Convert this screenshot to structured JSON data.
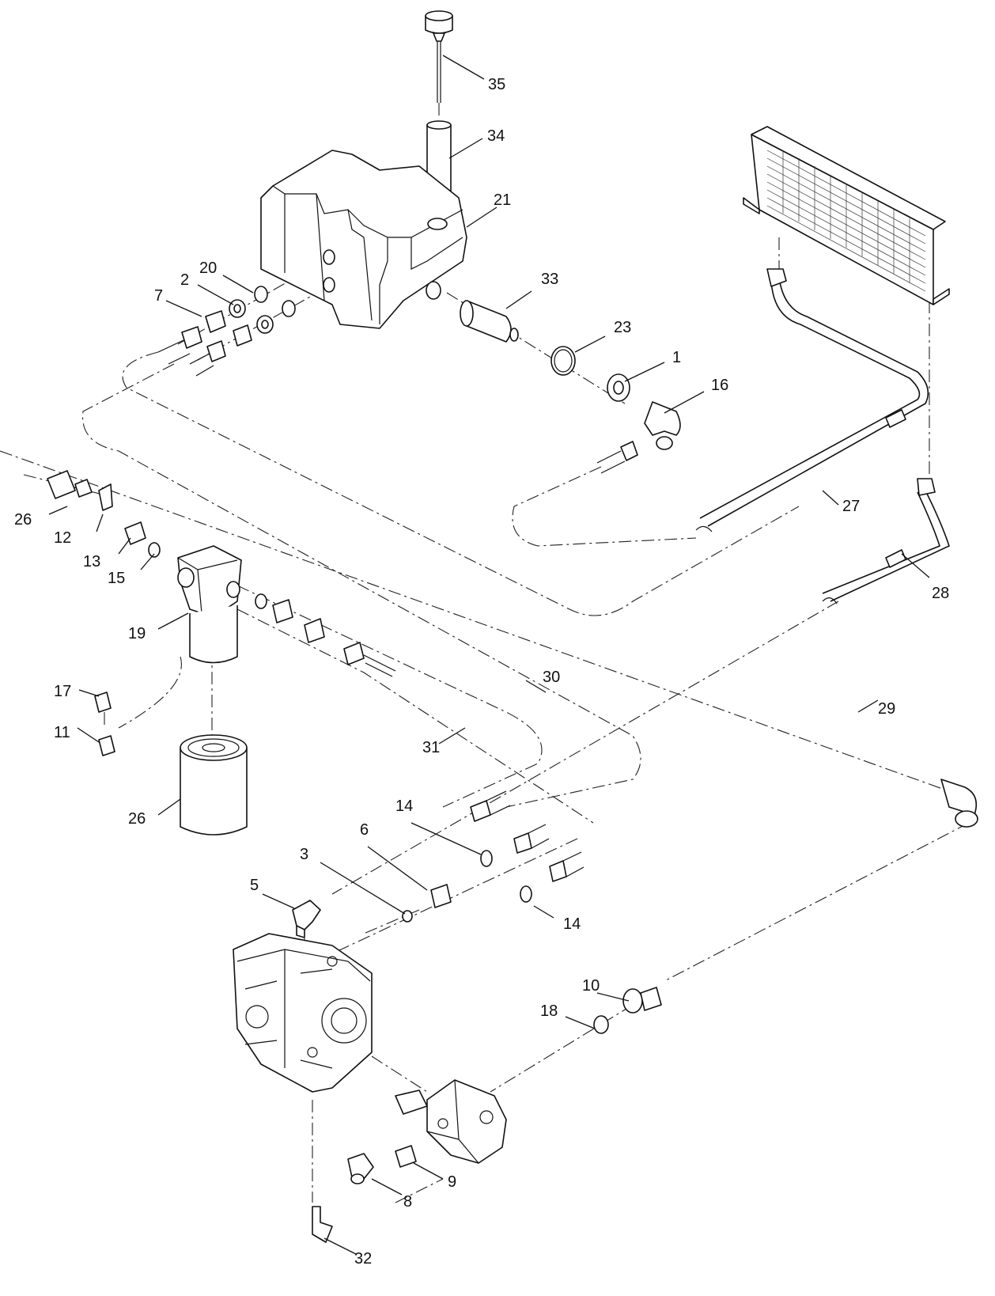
{
  "callouts": [
    {
      "id": "c35",
      "label": "35"
    },
    {
      "id": "c34",
      "label": "34"
    },
    {
      "id": "c21",
      "label": "21"
    },
    {
      "id": "c20",
      "label": "20"
    },
    {
      "id": "c2",
      "label": "2"
    },
    {
      "id": "c7",
      "label": "7"
    },
    {
      "id": "c33",
      "label": "33"
    },
    {
      "id": "c23",
      "label": "23"
    },
    {
      "id": "c1",
      "label": "1"
    },
    {
      "id": "c16",
      "label": "16"
    },
    {
      "id": "c27",
      "label": "27"
    },
    {
      "id": "c28",
      "label": "28"
    },
    {
      "id": "c26a",
      "label": "26"
    },
    {
      "id": "c12",
      "label": "12"
    },
    {
      "id": "c13",
      "label": "13"
    },
    {
      "id": "c15",
      "label": "15"
    },
    {
      "id": "c19",
      "label": "19"
    },
    {
      "id": "c30",
      "label": "30"
    },
    {
      "id": "c29",
      "label": "29"
    },
    {
      "id": "c17",
      "label": "17"
    },
    {
      "id": "c11",
      "label": "11"
    },
    {
      "id": "c31",
      "label": "31"
    },
    {
      "id": "c26b",
      "label": "26"
    },
    {
      "id": "c14a",
      "label": "14"
    },
    {
      "id": "c6",
      "label": "6"
    },
    {
      "id": "c3",
      "label": "3"
    },
    {
      "id": "c5",
      "label": "5"
    },
    {
      "id": "c14b",
      "label": "14"
    },
    {
      "id": "c10",
      "label": "10"
    },
    {
      "id": "c18",
      "label": "18"
    },
    {
      "id": "c9",
      "label": "9"
    },
    {
      "id": "c8",
      "label": "8"
    },
    {
      "id": "c32",
      "label": "32"
    }
  ]
}
